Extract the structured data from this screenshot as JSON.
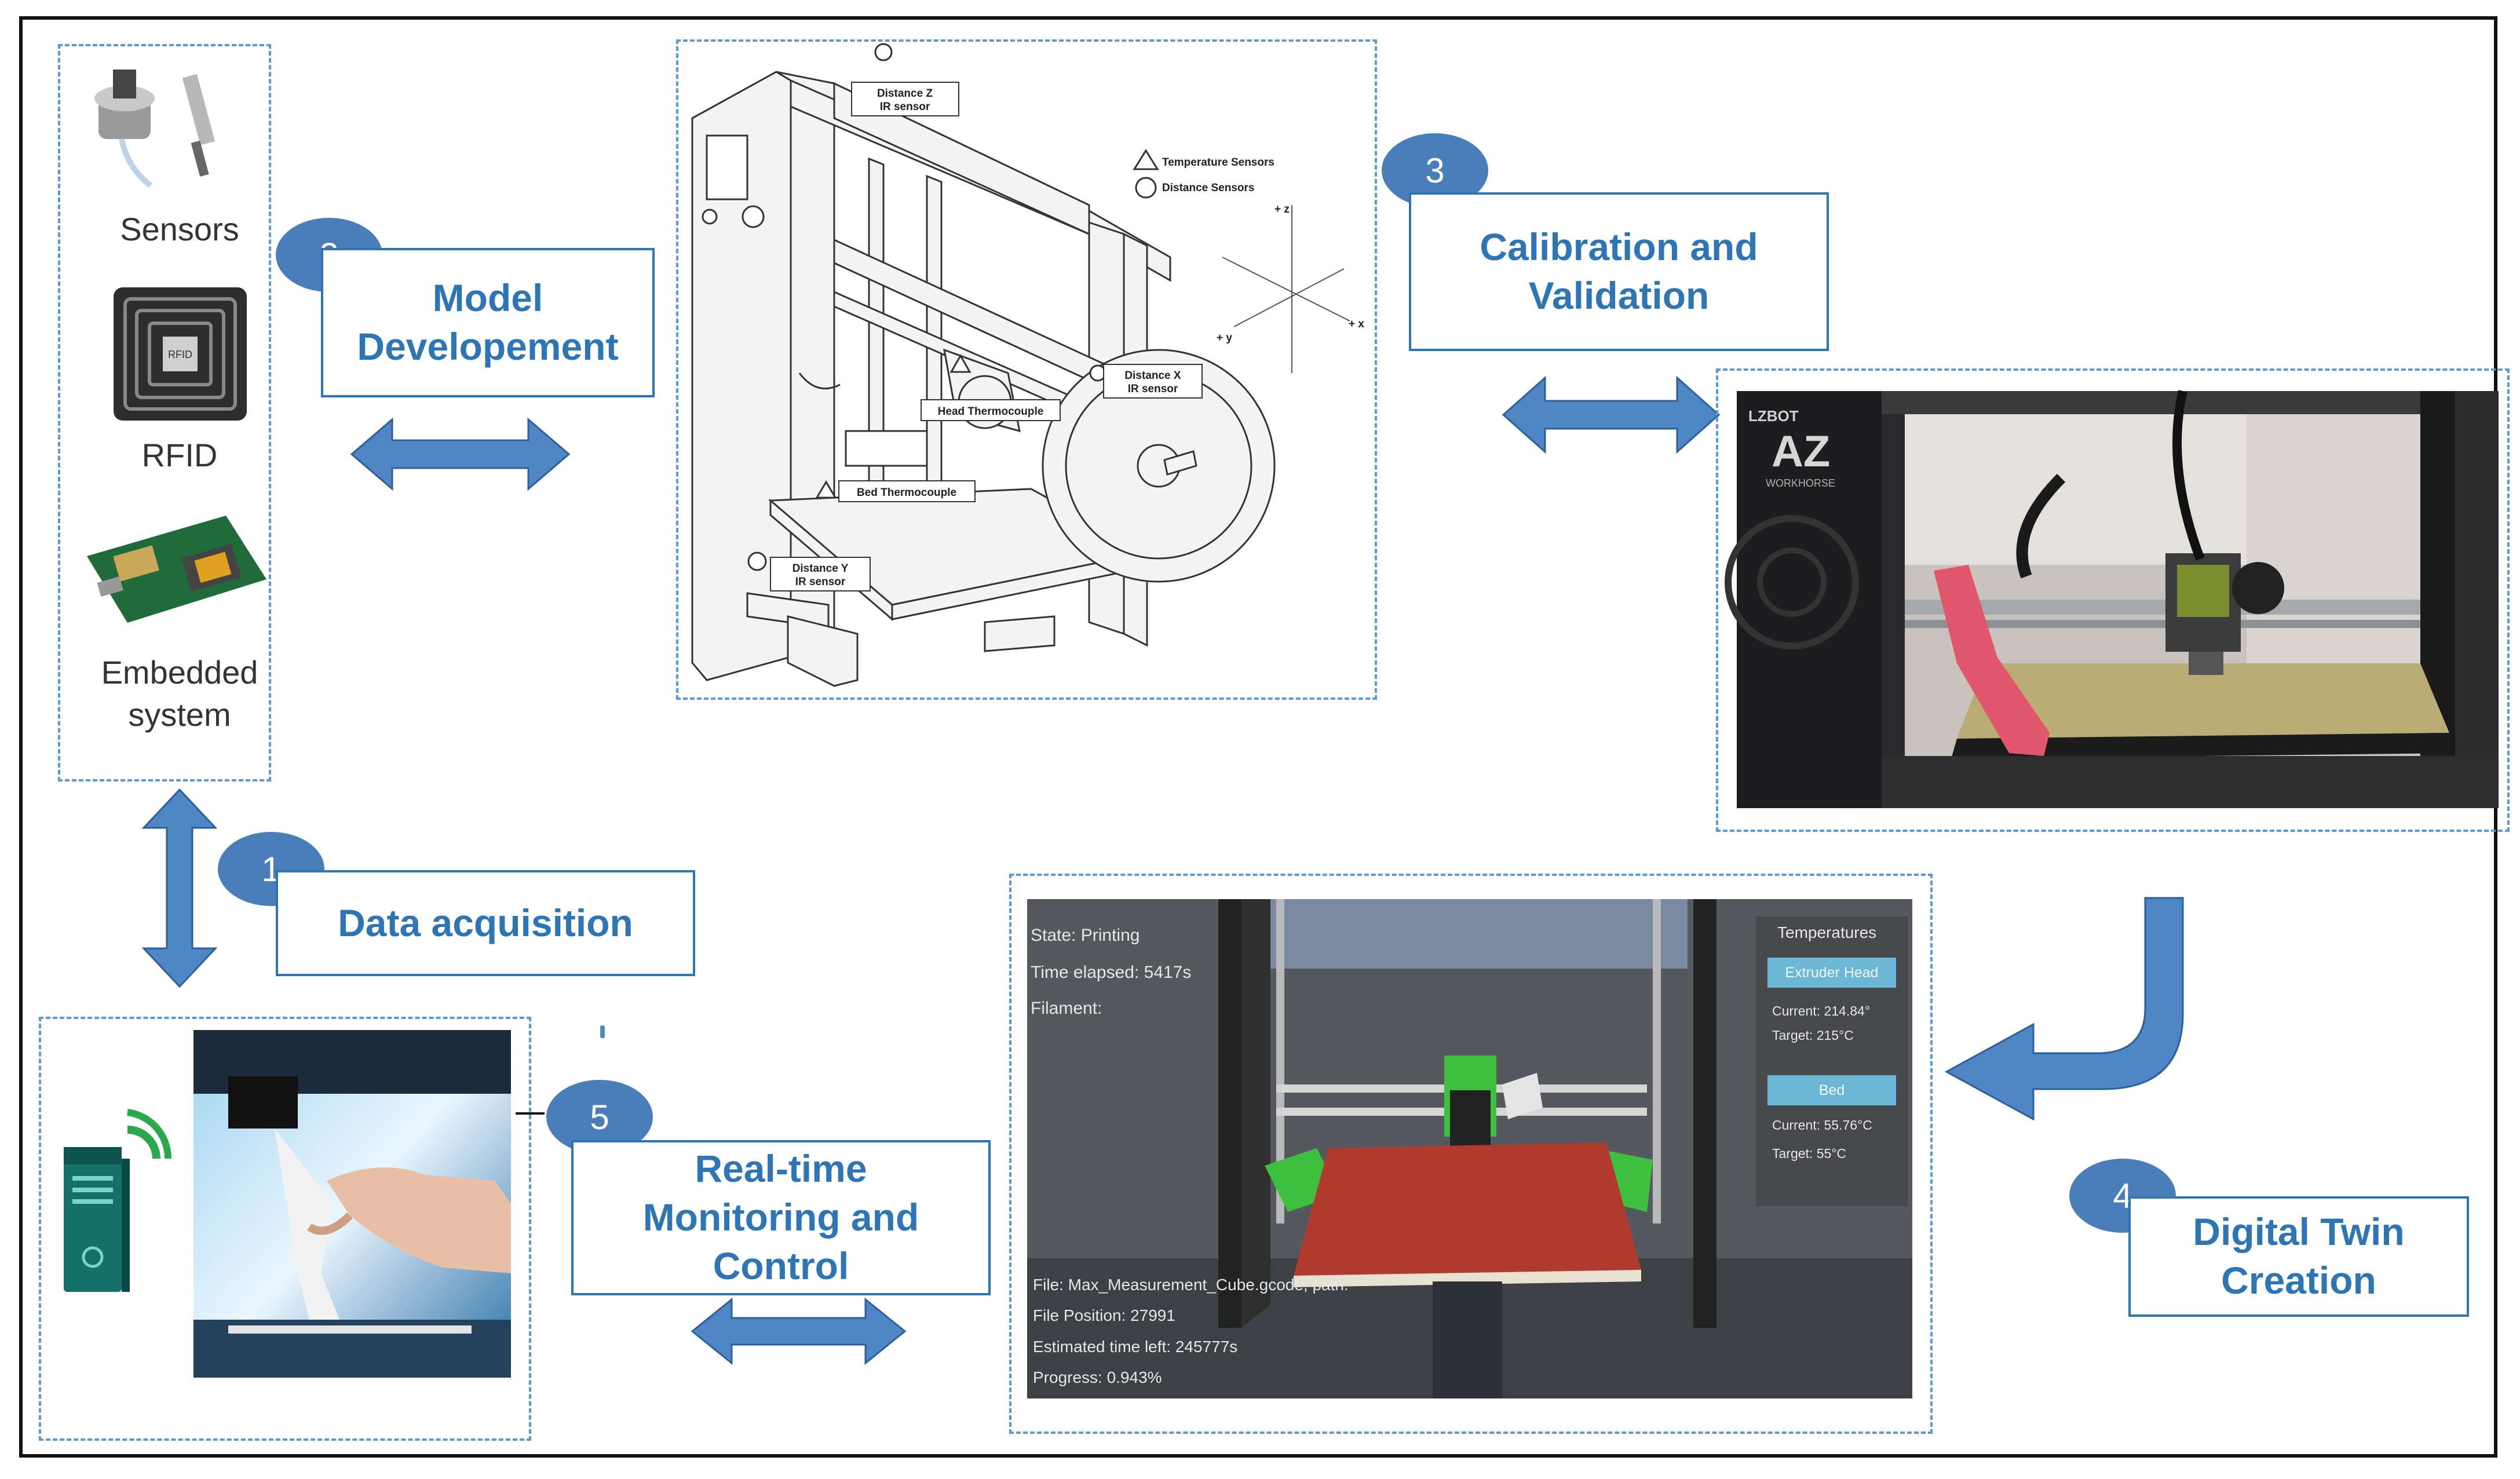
{
  "steps": [
    {
      "number": "1",
      "label": "Data acquisition"
    },
    {
      "number": "2",
      "label": "Model\nDevelopement"
    },
    {
      "number": "3",
      "label": "Calibration and\nValidation"
    },
    {
      "number": "4",
      "label": "Digital Twin\nCreation"
    },
    {
      "number": "5",
      "label": "Real-time\nMonitoring and\nControl"
    }
  ],
  "devices": {
    "sensors": "Sensors",
    "rfid": "RFID",
    "rfid_chip_text": "RFID",
    "embedded": "Embedded\nsystem"
  },
  "model_diagram": {
    "distance_z": "Distance Z",
    "distance_z_sub": "IR sensor",
    "distance_x": "Distance X",
    "distance_x_sub": "IR sensor",
    "distance_y": "Distance Y",
    "distance_y_sub": "IR sensor",
    "head_thermocouple": "Head Thermocouple",
    "bed_thermocouple": "Bed Thermocouple",
    "legend_temperature": "Temperature Sensors",
    "legend_distance": "Distance Sensors",
    "axis_z": "+ z",
    "axis_x": "+ x",
    "axis_y": "+ y"
  },
  "photo_printer": {
    "brand_line1": "LZBOT",
    "brand_line2": "AZ",
    "brand_line3": "WORKHORSE"
  },
  "digital_twin_hud": {
    "state": "State: Printing",
    "time_elapsed": "Time elapsed: 5417s",
    "filament": "Filament:",
    "temperatures": "Temperatures",
    "extruder_head": "Extruder Head",
    "head_current": "Current: 214.84°",
    "head_target": "Target: 215°C",
    "bed": "Bed",
    "bed_current": "Current: 55.76°C",
    "bed_target": "Target: 55°C",
    "file": "File: Max_Measurement_Cube.gcode, path:",
    "file_position": "File Position: 27991",
    "estimated_time": "Estimated time left: 245777s",
    "progress": "Progress: 0.943%"
  },
  "colors": {
    "accent": "#2e75b6",
    "circle": "#4a7ebb",
    "arrow": "#4f86c6",
    "dashed_border": "#5b9bd5"
  }
}
